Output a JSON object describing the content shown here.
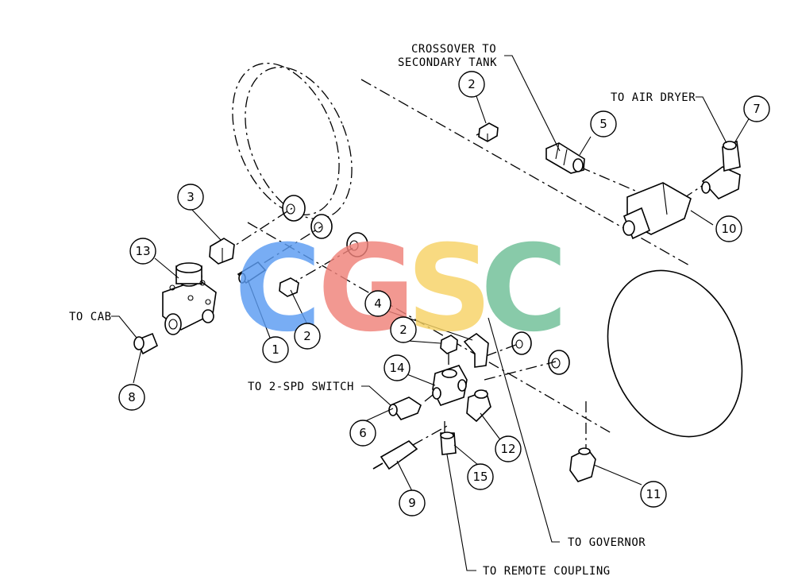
{
  "watermark": {
    "letters": [
      "C",
      "G",
      "S",
      "C"
    ],
    "colors": [
      "#5b9cf2",
      "#f0827a",
      "#f7d366",
      "#6fbf97"
    ]
  },
  "callouts": [
    {
      "text": "CROSSOVER TO"
    },
    {
      "text": "SECONDARY TANK"
    },
    {
      "text": "TO AIR DRYER"
    },
    {
      "text": "TO CAB"
    },
    {
      "text": "TO 2-SPD SWITCH"
    },
    {
      "text": "TO GOVERNOR"
    },
    {
      "text": "TO REMOTE COUPLING"
    }
  ],
  "balloons": [
    "1",
    "2",
    "2",
    "2",
    "3",
    "4",
    "5",
    "6",
    "7",
    "8",
    "9",
    "10",
    "11",
    "12",
    "13",
    "14",
    "15"
  ]
}
